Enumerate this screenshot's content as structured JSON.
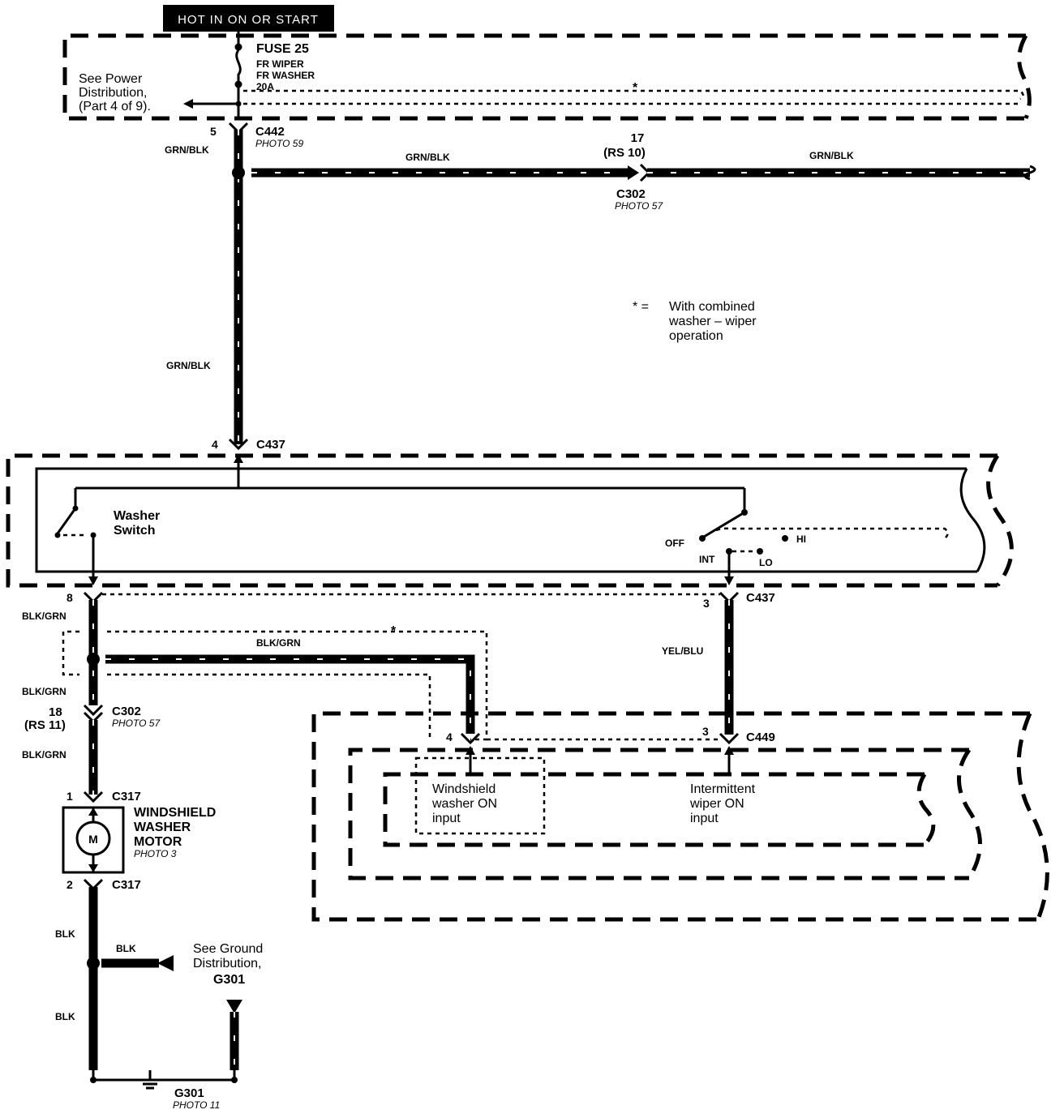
{
  "header": {
    "power_label": "HOT IN ON OR START"
  },
  "fuse": {
    "name": "FUSE 25",
    "line1": "FR WIPER",
    "line2": "FR WASHER",
    "rating": "20A"
  },
  "power_ref": {
    "line1": "See Power",
    "line2": "Distribution,",
    "line3": "(Part 4 of 9)."
  },
  "asterisk": "*",
  "note": {
    "marker": "* =",
    "line1": "With combined",
    "line2": "washer – wiper",
    "line3": "operation"
  },
  "connectors": {
    "c442": {
      "name": "C442",
      "pin": "5",
      "photo": "PHOTO 59"
    },
    "c302_top": {
      "name": "C302",
      "pin": "17",
      "rs": "(RS 10)",
      "photo": "PHOTO 57"
    },
    "c437_top": {
      "name": "C437",
      "pin": "4"
    },
    "c437_bottom": {
      "name": "C437",
      "pin_left": "8",
      "pin_right": "3"
    },
    "c302_left": {
      "name": "C302",
      "pin": "18",
      "rs": "(RS 11)",
      "photo": "PHOTO 57"
    },
    "c449": {
      "name": "C449",
      "pin_left": "4",
      "pin_right": "3"
    },
    "c317_top": {
      "name": "C317",
      "pin": "1"
    },
    "c317_bottom": {
      "name": "C317",
      "pin": "2"
    }
  },
  "wires": {
    "grn_blk": "GRN/BLK",
    "blk_grn": "BLK/GRN",
    "yel_blu": "YEL/BLU",
    "blk": "BLK"
  },
  "switch": {
    "washer_line1": "Washer",
    "washer_line2": "Switch",
    "off": "OFF",
    "int": "INT",
    "lo": "LO",
    "hi": "HI"
  },
  "control_unit": {
    "washer_input_line1": "Windshield",
    "washer_input_line2": "washer ON",
    "washer_input_line3": "input",
    "wiper_input_line1": "Intermittent",
    "wiper_input_line2": "wiper ON",
    "wiper_input_line3": "input"
  },
  "motor": {
    "symbol": "M",
    "line1": "WINDSHIELD",
    "line2": "WASHER",
    "line3": "MOTOR",
    "photo": "PHOTO 3"
  },
  "ground": {
    "ref_line1": "See Ground",
    "ref_line2": "Distribution,",
    "ref_line3": "G301",
    "name": "G301",
    "photo": "PHOTO 11"
  }
}
